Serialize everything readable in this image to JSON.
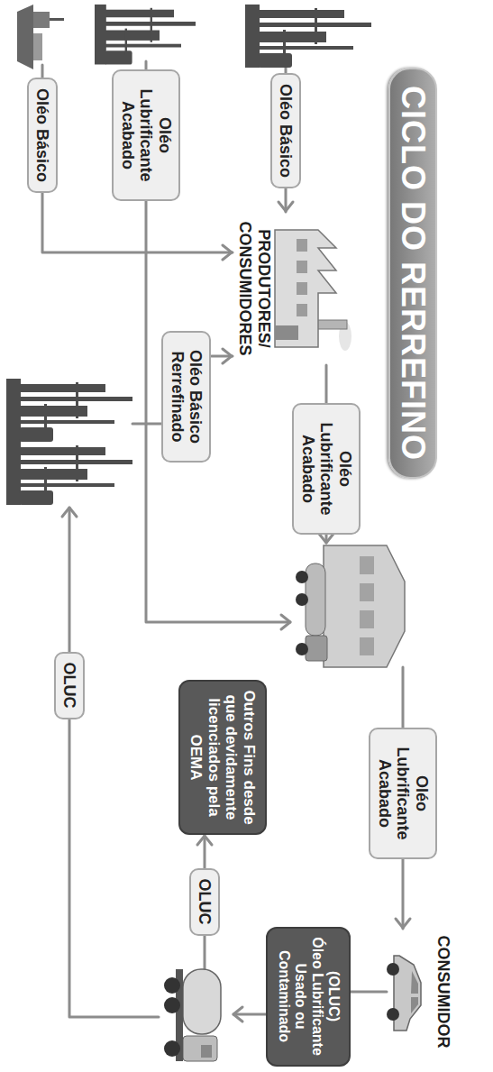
{
  "diagram": {
    "title": "CICLO DO RERREFINO",
    "nodes": [
      {
        "text": [
          "Oléo Básico"
        ]
      },
      {
        "text": [
          "PRODUTORES/ CONSUMIDORES"
        ]
      },
      {
        "text": [
          "Oléo Lubrificante Acabado"
        ]
      },
      {
        "text": [
          "Oléo Lubrificante Acabado"
        ]
      },
      {
        "text": [
          "CONSUMIDOR"
        ]
      },
      {
        "text": [
          "(OLUC)",
          "Óleo Lubrificante Usado ou Contaminado"
        ]
      },
      {
        "text": [
          "Outros Fins desde que devidamente licenciados pela OEMA"
        ]
      },
      {
        "text": [
          "OLUC"
        ]
      },
      {
        "text": [
          "OLUC"
        ]
      },
      {
        "text": [
          "Oléo Básico Rerrefinado"
        ]
      },
      {
        "text": [
          "Oléo Básico"
        ]
      },
      {
        "text": [
          "Oléo Lubrificante Acabado"
        ]
      }
    ],
    "edges": [
      {
        "from": 0,
        "to": 1,
        "arrow": "to"
      },
      {
        "from": 1,
        "to": 2,
        "arrow": "none"
      },
      {
        "from": 3,
        "to": 4,
        "arrow": "to"
      },
      {
        "from": 4,
        "to": 5,
        "arrow": "none"
      },
      {
        "from": 7,
        "to": 6,
        "arrow": "to"
      },
      {
        "from": 9,
        "to": 1,
        "arrow": "to"
      },
      {
        "from": 10,
        "to": 1,
        "arrow": "to"
      }
    ]
  }
}
